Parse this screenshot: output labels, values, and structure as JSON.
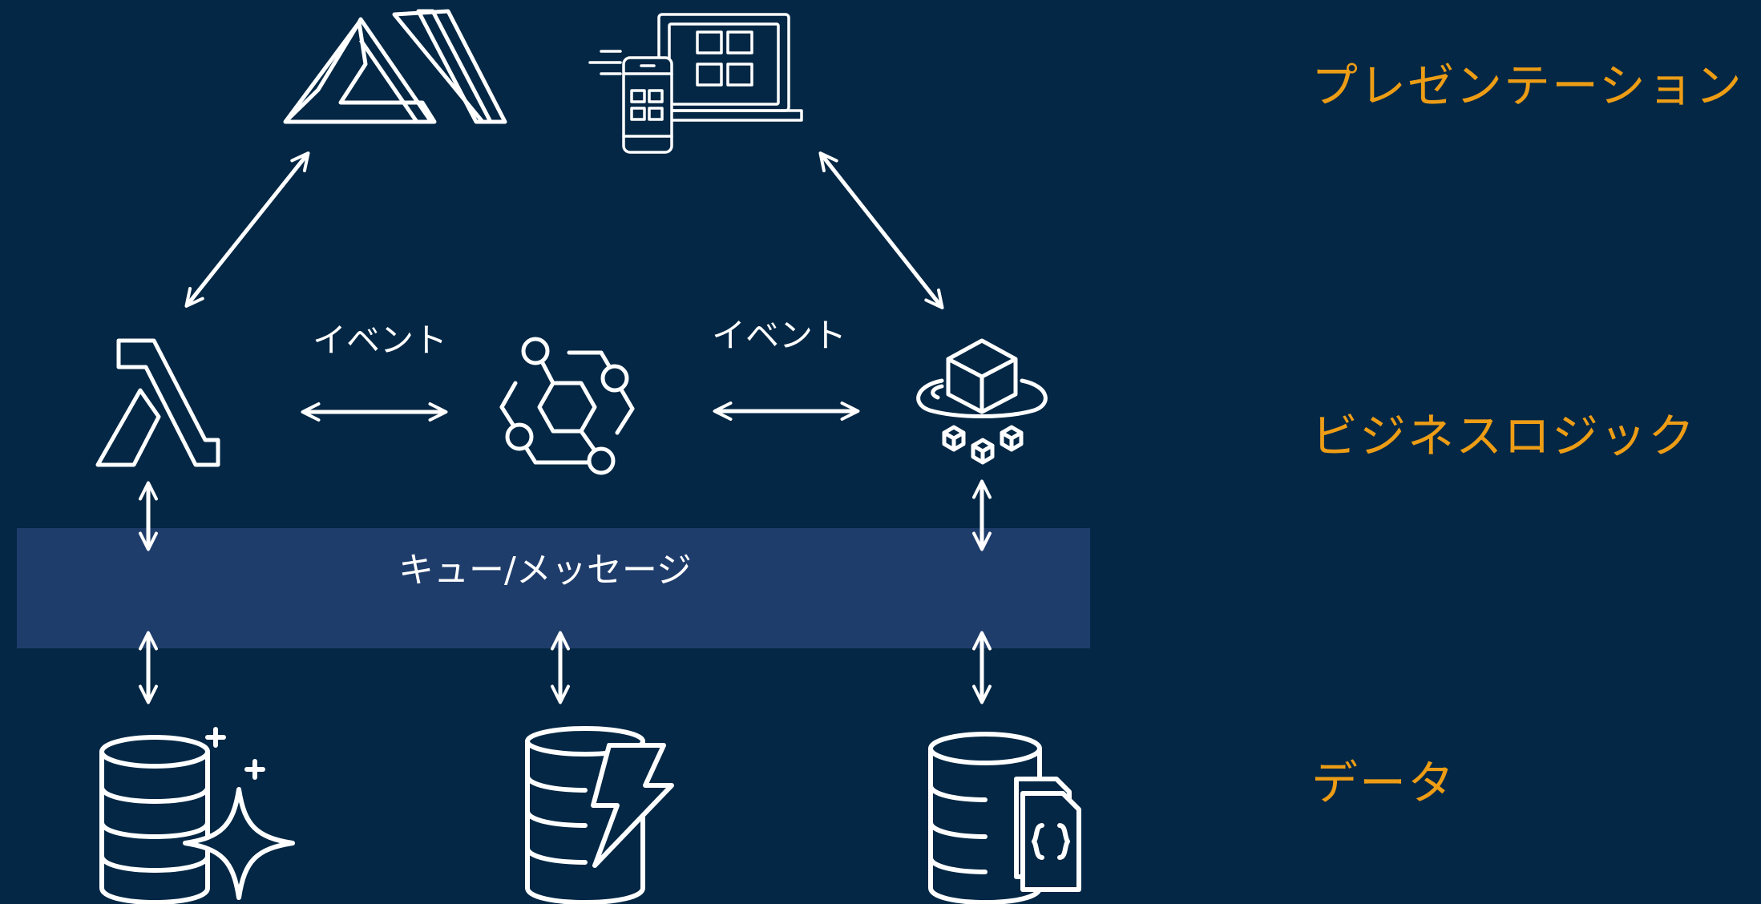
{
  "layers": {
    "presentation": "プレゼンテーション",
    "business_logic": "ビジネスロジック",
    "data": "データ"
  },
  "events": {
    "left": "イベント",
    "right": "イベント"
  },
  "queue": {
    "label": "キュー/メッセージ"
  },
  "colors": {
    "background": "#032744",
    "band": "#1F3D6B",
    "layer_label": "#ED9D15",
    "icon": "#FFFFFF"
  },
  "icons": [
    "amplify-icon",
    "web-mobile-client-icon",
    "lambda-icon",
    "eventbridge-icon",
    "fargate-container-icon",
    "aurora-database-icon",
    "dynamodb-icon",
    "documentdb-icon"
  ]
}
